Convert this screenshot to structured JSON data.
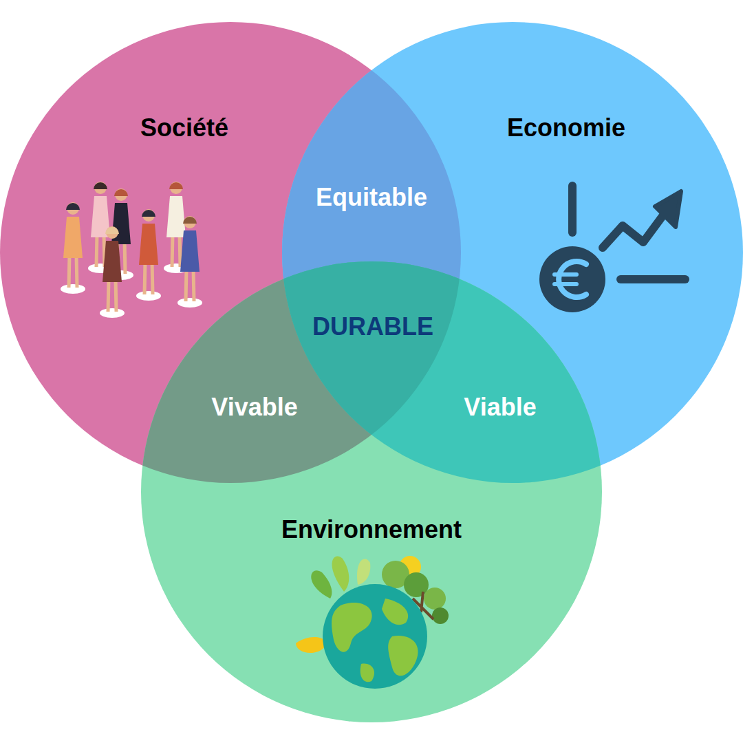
{
  "diagram": {
    "nodes": [
      {
        "text": [
          "Société"
        ]
      },
      {
        "text": [
          "Economie"
        ]
      },
      {
        "text": [
          "Environnement"
        ]
      }
    ],
    "labels": [
      "Equitable",
      "DURABLE",
      "Vivable",
      "Viable"
    ]
  }
}
